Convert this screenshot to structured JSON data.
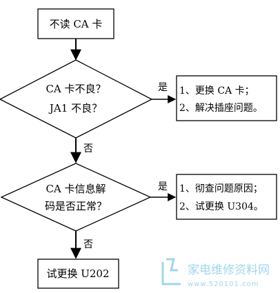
{
  "flowchart": {
    "start_box": "不读 CA 卡",
    "decision1": {
      "line1": "CA 卡不良？",
      "line2": "JA1 不良？"
    },
    "decision1_yes": "是",
    "decision1_no": "否",
    "result1": {
      "line1": "1、更换 CA 卡；",
      "line2": "2、解决插座问题。"
    },
    "decision2": {
      "line1": "CA 卡信息解",
      "line2": "码是否正常？"
    },
    "decision2_yes": "是",
    "decision2_no": "否",
    "result2": {
      "line1": "1、彻查问题原因；",
      "line2": "2、试更换 U304。"
    },
    "end_box": "试更换 U202"
  },
  "watermark": {
    "title": "家电维修资料网",
    "url": "www.520101.com"
  },
  "colors": {
    "line": "#000000",
    "background": "#ffffff",
    "watermark": "#8fd0e8"
  }
}
